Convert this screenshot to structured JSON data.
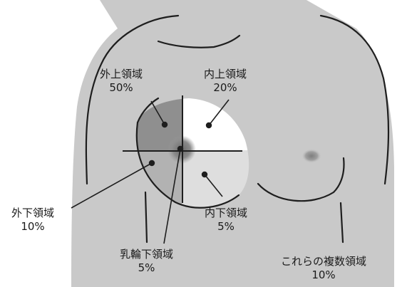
{
  "regions": [
    {
      "id": "outer-upper",
      "name": "外上領域",
      "percent": "50%"
    },
    {
      "id": "inner-upper",
      "name": "内上領域",
      "percent": "20%"
    },
    {
      "id": "outer-lower",
      "name": "外下領域",
      "percent": "10%"
    },
    {
      "id": "inner-lower",
      "name": "内下領域",
      "percent": "5%"
    },
    {
      "id": "subareolar",
      "name": "乳輪下領域",
      "percent": "5%"
    },
    {
      "id": "multiple",
      "name": "これらの複数領域",
      "percent": "10%"
    }
  ],
  "colors": {
    "body": "#c9c9c9",
    "outer_upper": "#8f8f8f",
    "outer_lower": "#b2b2b2",
    "inner_upper": "#ffffff",
    "inner_lower": "#dedede",
    "areola": "#7a7a7a",
    "outline": "#1e1e1e"
  }
}
